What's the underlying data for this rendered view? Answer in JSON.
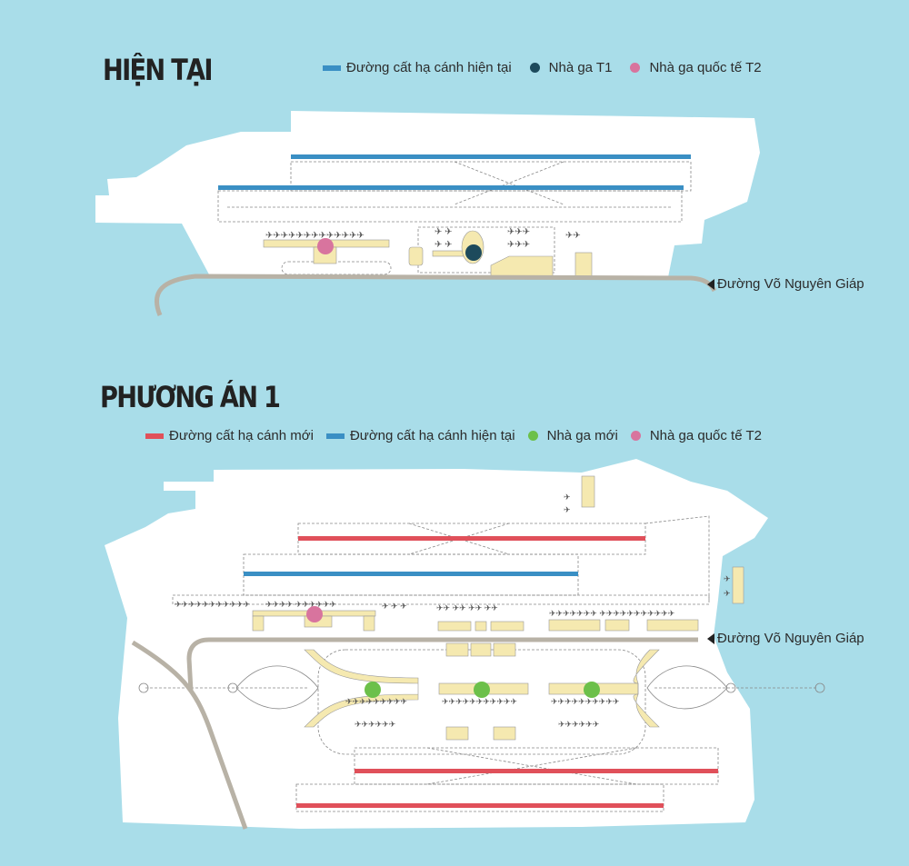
{
  "colors": {
    "sea": "#a9dde9",
    "land": "#ffffff",
    "runway_existing": "#3a8fc4",
    "runway_new": "#e0505a",
    "terminal_t1": "#1d4a5c",
    "terminal_t2": "#d8749e",
    "terminal_new": "#6cc04a",
    "road": "#b8b2a6",
    "building": "#f5e9b0"
  },
  "current": {
    "title": "HIỆN TẠI",
    "legend": [
      {
        "label": "Đường cất hạ cánh  hiện tại",
        "marker": "bar",
        "color": "#3a8fc4"
      },
      {
        "label": "Nhà ga T1",
        "marker": "dot",
        "color": "#1d4a5c"
      },
      {
        "label": "Nhà ga quốc tế T2",
        "marker": "dot",
        "color": "#d8749e"
      }
    ],
    "road_label": "Đường Võ Nguyên Giáp"
  },
  "plan1": {
    "title": "PHƯƠNG ÁN 1",
    "legend": [
      {
        "label": "Đường cất hạ cánh mới",
        "marker": "bar",
        "color": "#e0505a"
      },
      {
        "label": "Đường cất  hạ cánh  hiện tại",
        "marker": "bar",
        "color": "#3a8fc4"
      },
      {
        "label": "Nhà ga mới",
        "marker": "dot",
        "color": "#6cc04a"
      },
      {
        "label": "Nhà ga quốc tế T2",
        "marker": "dot",
        "color": "#d8749e"
      }
    ],
    "road_label": "Đường Võ Nguyên Giáp"
  }
}
